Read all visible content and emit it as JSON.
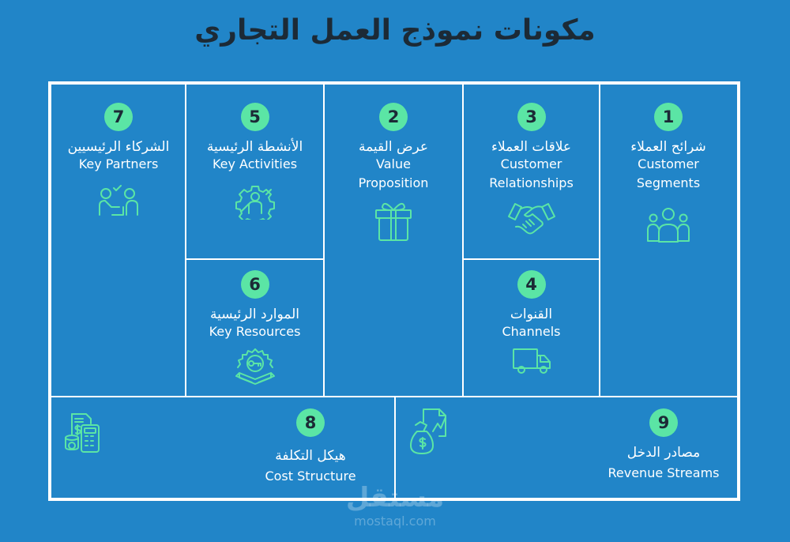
{
  "title": "مكونات نموذج العمل التجاري",
  "colors": {
    "background": "#2185c8",
    "border": "#ffffff",
    "badge": "#5be5a5",
    "icon": "#5be5a5",
    "title_text": "#1c2a36"
  },
  "blocks": {
    "customer_segments": {
      "number": "1",
      "arabic": "شرائح العملاء",
      "english_1": "Customer",
      "english_2": "Segments",
      "icon": "people-group-icon"
    },
    "value_proposition": {
      "number": "2",
      "arabic": "عرض القيمة",
      "english_1": "Value",
      "english_2": "Proposition",
      "icon": "gift-icon"
    },
    "customer_relationships": {
      "number": "3",
      "arabic": "علاقات العملاء",
      "english_1": "Customer",
      "english_2": "Relationships",
      "icon": "handshake-icon"
    },
    "channels": {
      "number": "4",
      "arabic": "القنوات",
      "english": "Channels",
      "icon": "delivery-truck-icon"
    },
    "key_activities": {
      "number": "5",
      "arabic": "الأنشطة الرئيسية",
      "english": "Key Activities",
      "icon": "gear-worker-icon"
    },
    "key_resources": {
      "number": "6",
      "arabic": "الموارد الرئيسية",
      "english": "Key Resources",
      "icon": "key-box-icon"
    },
    "key_partners": {
      "number": "7",
      "arabic": "الشركاء الرئيسيين",
      "english": "Key Partners",
      "icon": "partners-meeting-icon"
    },
    "cost_structure": {
      "number": "8",
      "arabic": "هيكل التكلفة",
      "english": "Cost Structure",
      "icon": "calculator-coins-icon"
    },
    "revenue_streams": {
      "number": "9",
      "arabic": "مصادر الدخل",
      "english": "Revenue Streams",
      "icon": "money-bag-icon"
    }
  },
  "watermark": {
    "logo": "مستقل",
    "url": "mostaql.com"
  }
}
